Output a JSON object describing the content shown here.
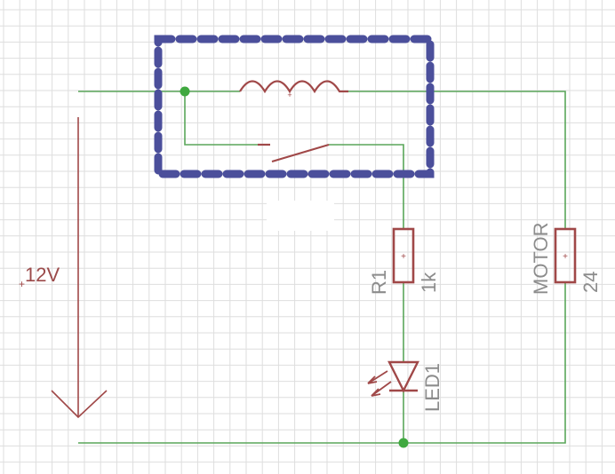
{
  "labels": {
    "source_voltage": "12V",
    "resistor_name": "R1",
    "resistor_value": "1k",
    "motor_name": "MOTOR",
    "motor_value": "24",
    "led_name": "LED1"
  },
  "colors": {
    "grid": "#dedede",
    "wire": "#5aa65a",
    "component": "#a04848",
    "relay_frame": "#4b4f9b",
    "junction": "#3fa83f",
    "text": "#8c8c8c"
  },
  "icons": {
    "coil": "inductor-coil-icon",
    "switch": "relay-switch-icon",
    "resistor": "resistor-icon",
    "motor": "motor-icon",
    "led": "led-icon",
    "source_arrow": "voltage-arrow-icon"
  }
}
